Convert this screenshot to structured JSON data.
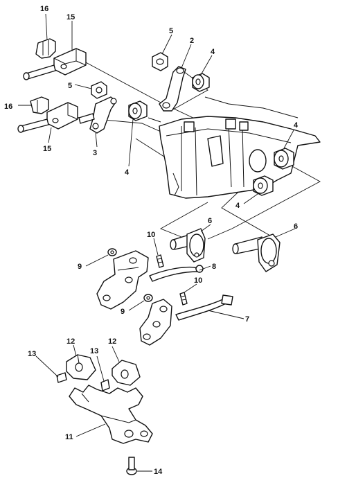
{
  "callouts": {
    "c16a": "16",
    "c15a": "15",
    "c5a": "5",
    "c2": "2",
    "c4a": "4",
    "c5b": "5",
    "c16b": "16",
    "c15b": "15",
    "c3": "3",
    "c4b": "4",
    "c4c": "4",
    "c4d": "4",
    "c6a": "6",
    "c6b": "6",
    "c10a": "10",
    "c9a": "9",
    "c8": "8",
    "c10b": "10",
    "c9b": "9",
    "c7": "7",
    "c12a": "12",
    "c12b": "12",
    "c13a": "13",
    "c13b": "13",
    "c11": "11",
    "c14": "14"
  }
}
